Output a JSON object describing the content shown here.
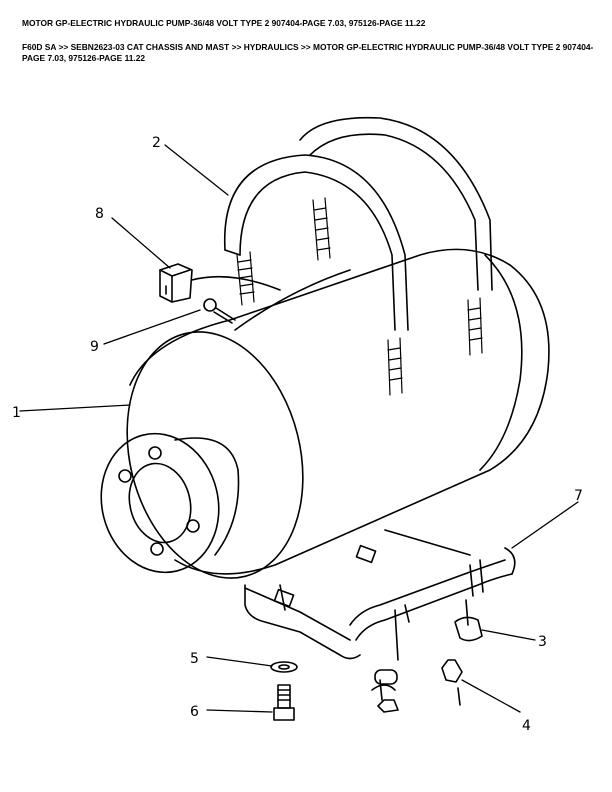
{
  "page": {
    "title": "MOTOR GP-ELECTRIC HYDRAULIC PUMP-36/48 VOLT TYPE 2 907404-PAGE 7.03, 975126-PAGE 11.22",
    "breadcrumb": "F60D SA >> SEBN2623-03 CAT CHASSIS AND MAST >> HYDRAULICS >> MOTOR GP-ELECTRIC HYDRAULIC PUMP-36/48 VOLT TYPE 2 907404-PAGE 7.03, 975126-PAGE 11.22"
  },
  "diagram": {
    "callouts": {
      "c1": "1",
      "c2": "2",
      "c3": "3",
      "c4": "4",
      "c5": "5",
      "c6": "6",
      "c7": "7",
      "c8": "8",
      "c9": "9"
    }
  }
}
